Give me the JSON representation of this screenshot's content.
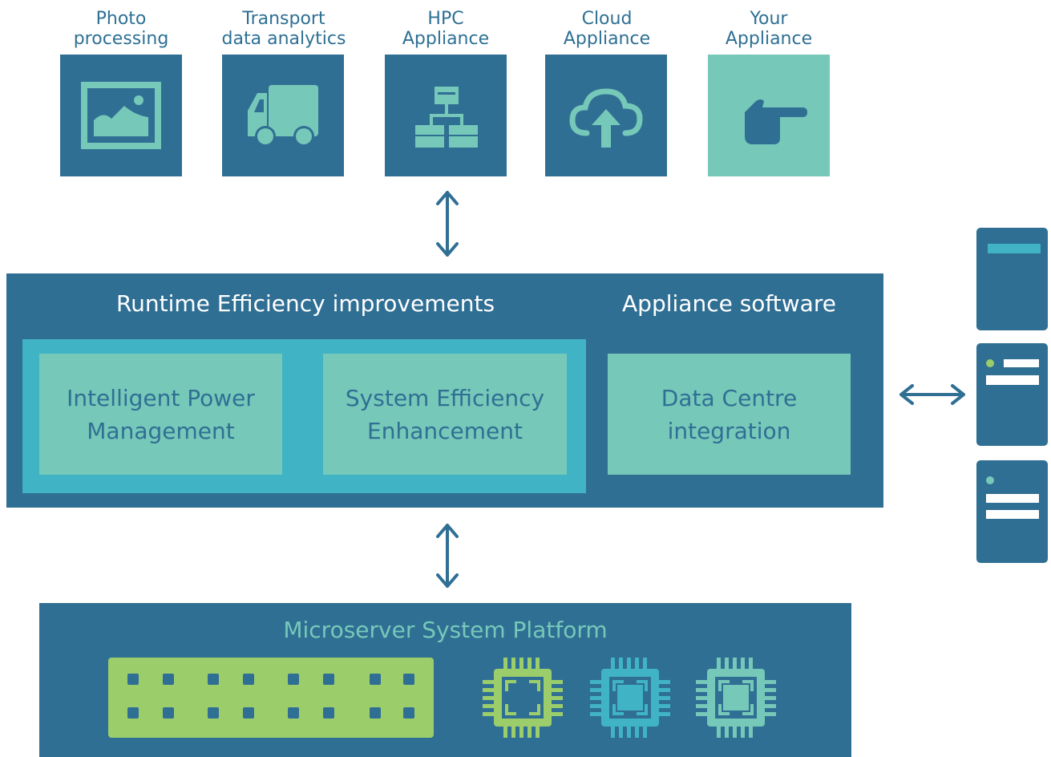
{
  "applications": [
    {
      "label": "Photo\nprocessing",
      "icon": "image-icon"
    },
    {
      "label": "Transport\ndata analytics",
      "icon": "truck-icon"
    },
    {
      "label": "HPC\nAppliance",
      "icon": "hierarchy-icon"
    },
    {
      "label": "Cloud\nAppliance",
      "icon": "cloud-upload-icon"
    },
    {
      "label": "Your\nAppliance",
      "icon": "pointing-hand-icon"
    }
  ],
  "middle": {
    "left_title": "Runtime Efficiency improvements",
    "right_title": "Appliance software",
    "boxes": [
      {
        "label": "Intelligent Power\nManagement"
      },
      {
        "label": "System Efficiency\nEnhancement"
      },
      {
        "label": "Data Centre\nintegration"
      }
    ]
  },
  "platform": {
    "title": "Microserver System Platform",
    "chip_icons": [
      "chip-icon-green",
      "chip-icon-blue",
      "chip-icon-teal"
    ]
  },
  "server_icons": [
    "server-icon",
    "server-icon",
    "server-icon"
  ],
  "colors": {
    "navy": "#306f94",
    "teal": "#76c8b9",
    "cyan": "#40b3c4",
    "green": "#9ccd6b",
    "white": "#ffffff"
  }
}
